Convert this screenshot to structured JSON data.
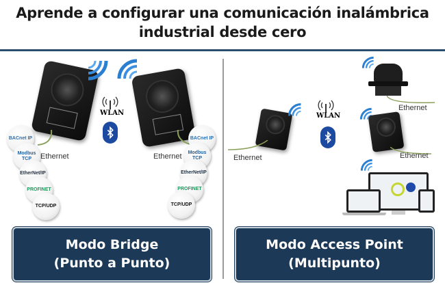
{
  "header": {
    "title_line1": "Aprende a configurar una comunicación inalámbrica",
    "title_line2": "industrial desde cero"
  },
  "left_panel": {
    "wlan_label": "WLAN",
    "ethernet_label_left": "Ethernet",
    "ethernet_label_right": "Ethernet",
    "protocols": [
      "BACnet IP",
      "Modbus TCP",
      "EtherNet/IP",
      "PROFINET",
      "TCP/UDP"
    ],
    "mode_title": "Modo Bridge",
    "mode_subtitle": "(Punto a Punto)"
  },
  "right_panel": {
    "wlan_label": "WLAN",
    "ethernet_label_device": "Ethernet",
    "ethernet_label_antenna": "Ethernet",
    "ethernet_label_device2": "Ethernet",
    "mode_title": "Modo Access Point",
    "mode_subtitle": "(Multipunto)"
  },
  "colors": {
    "navy": "#1c3a58",
    "wifi_blue": "#2a7fd0",
    "bluetooth": "#1c4aa0",
    "cable_green": "#8aa05a"
  }
}
